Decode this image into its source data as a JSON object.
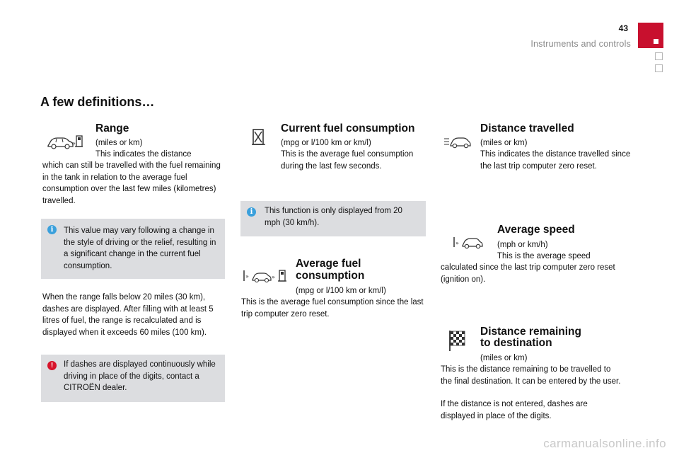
{
  "header": {
    "page_number": "43",
    "chapter_title": "Instruments and controls"
  },
  "page_title": "A few definitions…",
  "range": {
    "title": "Range",
    "unit": "(miles or km)",
    "body_line1": "This indicates the distance",
    "body_rest": "which can still be travelled with the fuel remaining in the tank in relation to the average fuel consumption over the last few miles (kilometres) travelled.",
    "note": "This value may vary following a change in the style of driving or the relief, resulting in a significant change in the current fuel consumption.",
    "dashes_text": "When the range falls below 20 miles (30 km), dashes are displayed. After filling with at least 5 litres of fuel, the range is recalculated and is displayed when it exceeds 60 miles (100 km).",
    "warning": "If dashes are displayed continuously while driving in place of the digits, contact a CITROËN dealer."
  },
  "current_fuel": {
    "title": "Current fuel consumption",
    "unit": "(mpg or l/100 km or km/l)",
    "body": "This is the average fuel consumption during the last few seconds.",
    "note": "This function is only displayed from 20 mph (30 km/h)."
  },
  "average_fuel": {
    "title": "Average fuel consumption",
    "unit": "(mpg or l/100 km or km/l)",
    "body": "This is the average fuel consumption since the last trip computer zero reset."
  },
  "distance_travelled": {
    "title": "Distance travelled",
    "unit": "(miles or km)",
    "body": "This indicates the distance travelled since the last trip computer zero reset."
  },
  "average_speed": {
    "title": "Average speed",
    "unit": "(mph or km/h)",
    "body_line1": "This is the average speed",
    "body_rest": "calculated since the last trip computer zero reset (ignition on)."
  },
  "distance_remaining": {
    "title_line1": "Distance remaining",
    "title_line2": "to destination",
    "unit": "(miles or km)",
    "body": "This is the distance remaining to be travelled to the final destination. It can be entered by the user.",
    "body2": "If the distance is not entered, dashes are displayed in place of the digits."
  },
  "watermark": "carmanualsonline.info",
  "icons": {
    "info": "info-icon",
    "warning": "warning-icon",
    "fuel_pump": "fuel-pump-icon",
    "car": "car-icon",
    "checkered_flag": "checkered-flag-icon"
  },
  "colors": {
    "accent_red": "#c8102e",
    "note_bg": "#dcdde0",
    "info_blue": "#3aa0dc"
  }
}
